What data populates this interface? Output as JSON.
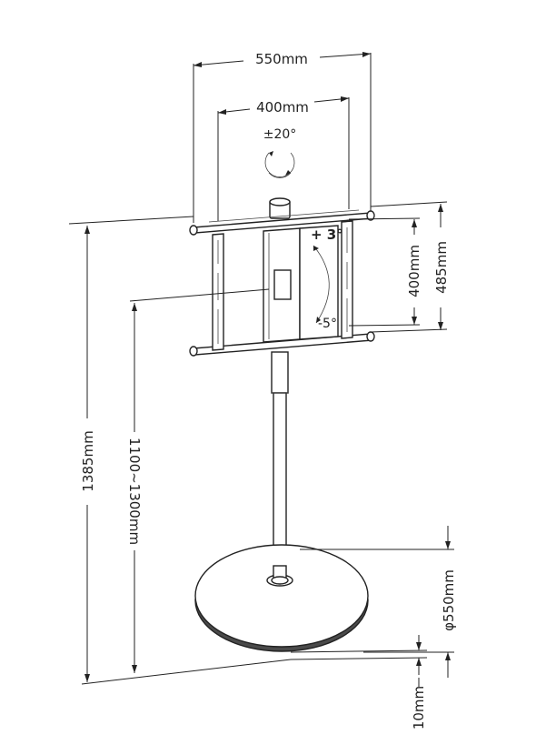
{
  "diagram": {
    "labels": {
      "width_outer": "550mm",
      "width_inner": "400mm",
      "rotation": "±20°",
      "tilt_up": "+ 3°",
      "tilt_down": "-5°",
      "height_inner": "400mm",
      "height_outer": "485mm",
      "total_height": "1385mm",
      "center_height": "1100~1300mm",
      "base_diameter": "φ550mm",
      "base_thickness": "10mm"
    },
    "colors": {
      "line": "#222222",
      "fill_dark": "#4a4a4a",
      "background": "#ffffff"
    }
  }
}
